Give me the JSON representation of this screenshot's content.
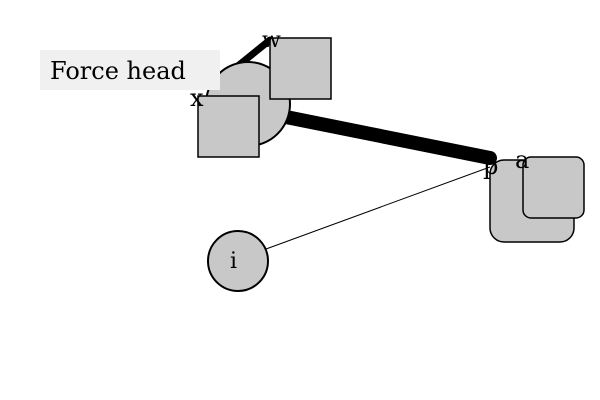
{
  "toolbar": {
    "force_head_label": "Force head"
  },
  "nodes": {
    "x": {
      "label": "x",
      "shape": "square"
    },
    "w": {
      "label": "w",
      "shape": "square"
    },
    "p": {
      "label": "p",
      "shape": "rounded-square"
    },
    "a": {
      "label": "a",
      "shape": "rounded-square"
    },
    "i": {
      "label": "i",
      "shape": "circle"
    },
    "hub": {
      "label": "",
      "shape": "circle"
    }
  },
  "edges": [
    {
      "from": "x",
      "to": "w",
      "weight": "medium"
    },
    {
      "from": "hub",
      "to": "p",
      "weight": "heavy"
    },
    {
      "from": "i",
      "to": "p",
      "weight": "thin"
    }
  ],
  "colors": {
    "node_fill": "#c8c8c8",
    "stroke": "#000000",
    "button_bg": "#f0f0f0",
    "background": "#ffffff"
  }
}
